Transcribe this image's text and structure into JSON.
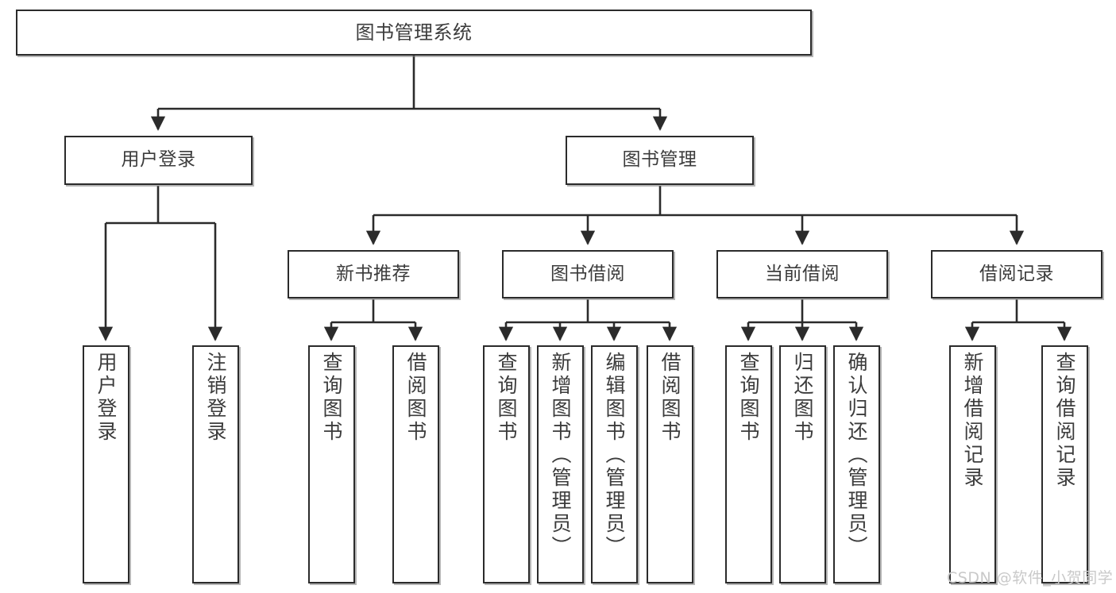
{
  "diagram": {
    "title": "图书管理系统",
    "type": "tree-hierarchy",
    "watermark": "CSDN @软件_小贺同学",
    "colors": {
      "box_border": "#2b2b2b",
      "box_fill": "#ffffff",
      "text": "#3c3c3c",
      "edge": "#2b2b2b",
      "watermark": "#c9c9c9",
      "background": "#ffffff"
    },
    "nodes": {
      "root": {
        "label": "图书管理系统"
      },
      "level2": [
        {
          "id": "user-login",
          "label": "用户登录"
        },
        {
          "id": "book-management",
          "label": "图书管理"
        }
      ],
      "level3": [
        {
          "id": "new-book-recommend",
          "label": "新书推荐"
        },
        {
          "id": "book-borrow",
          "label": "图书借阅"
        },
        {
          "id": "current-borrow",
          "label": "当前借阅"
        },
        {
          "id": "borrow-record",
          "label": "借阅记录"
        }
      ],
      "leaves": {
        "user_login": [
          {
            "id": "leaf-user-login",
            "label": "用户登录"
          },
          {
            "id": "leaf-logout-login",
            "label": "注销登录"
          }
        ],
        "new_book_recommend": [
          {
            "id": "leaf-query-book-1",
            "label": "查询图书"
          },
          {
            "id": "leaf-borrow-book-1",
            "label": "借阅图书"
          }
        ],
        "book_borrow": [
          {
            "id": "leaf-query-book-2",
            "label": "查询图书"
          },
          {
            "id": "leaf-add-book",
            "label": "新增图书（管理员）"
          },
          {
            "id": "leaf-edit-book",
            "label": "编辑图书（管理员）"
          },
          {
            "id": "leaf-borrow-book-2",
            "label": "借阅图书"
          }
        ],
        "current_borrow": [
          {
            "id": "leaf-query-book-3",
            "label": "查询图书"
          },
          {
            "id": "leaf-return-book",
            "label": "归还图书"
          },
          {
            "id": "leaf-confirm-return",
            "label": "确认归还（管理员）"
          }
        ],
        "borrow_record": [
          {
            "id": "leaf-add-record",
            "label": "新增借阅记录"
          },
          {
            "id": "leaf-query-record",
            "label": "查询借阅记录"
          }
        ]
      }
    }
  }
}
